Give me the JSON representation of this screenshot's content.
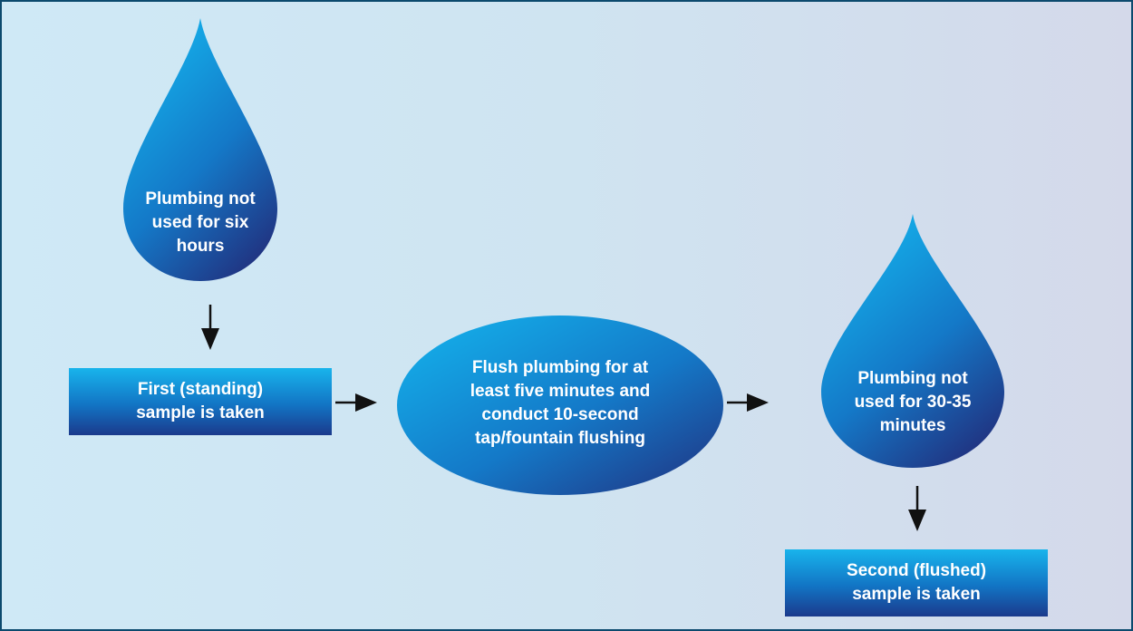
{
  "colors": {
    "frame_border": "#0c4a6e",
    "shape_light": "#14b6ee",
    "shape_mid": "#1479c8",
    "shape_dark": "#21307e",
    "arrow": "#111111",
    "text": "#ffffff"
  },
  "nodes": {
    "drop_six_hours": [
      "Plumbing not",
      "used for six",
      "hours"
    ],
    "first_sample": [
      "First (standing)",
      "sample is taken"
    ],
    "flush_step": [
      "Flush plumbing for at",
      "least five minutes and",
      "conduct 10-second",
      "tap/fountain flushing"
    ],
    "drop_thirty_minutes": [
      "Plumbing not",
      "used for 30-35",
      "minutes"
    ],
    "second_sample": [
      "Second (flushed)",
      "sample is taken"
    ]
  }
}
